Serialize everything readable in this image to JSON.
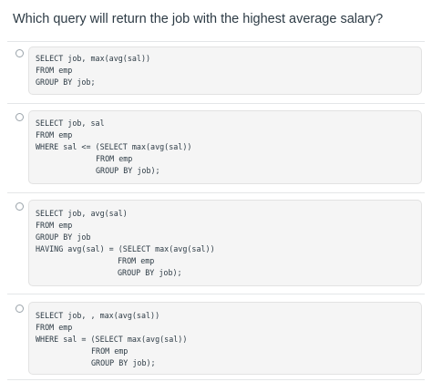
{
  "question": "Which query will return the job with the highest average salary?",
  "options": [
    {
      "lines": [
        "SELECT job, max(avg(sal))",
        "FROM emp",
        "GROUP BY job;"
      ]
    },
    {
      "lines": [
        "SELECT job, sal",
        "FROM emp",
        "WHERE sal <= (SELECT max(avg(sal))",
        "FROM emp",
        "GROUP BY job);"
      ]
    },
    {
      "lines": [
        "SELECT job, avg(sal)",
        "FROM emp",
        "GROUP BY job",
        "HAVING avg(sal) = (SELECT max(avg(sal))",
        "FROM emp",
        "GROUP BY job);"
      ]
    },
    {
      "lines": [
        "SELECT job, , max(avg(sal))",
        "FROM emp",
        "WHERE sal = (SELECT max(avg(sal))",
        "FROM emp",
        "GROUP BY job);"
      ]
    }
  ]
}
